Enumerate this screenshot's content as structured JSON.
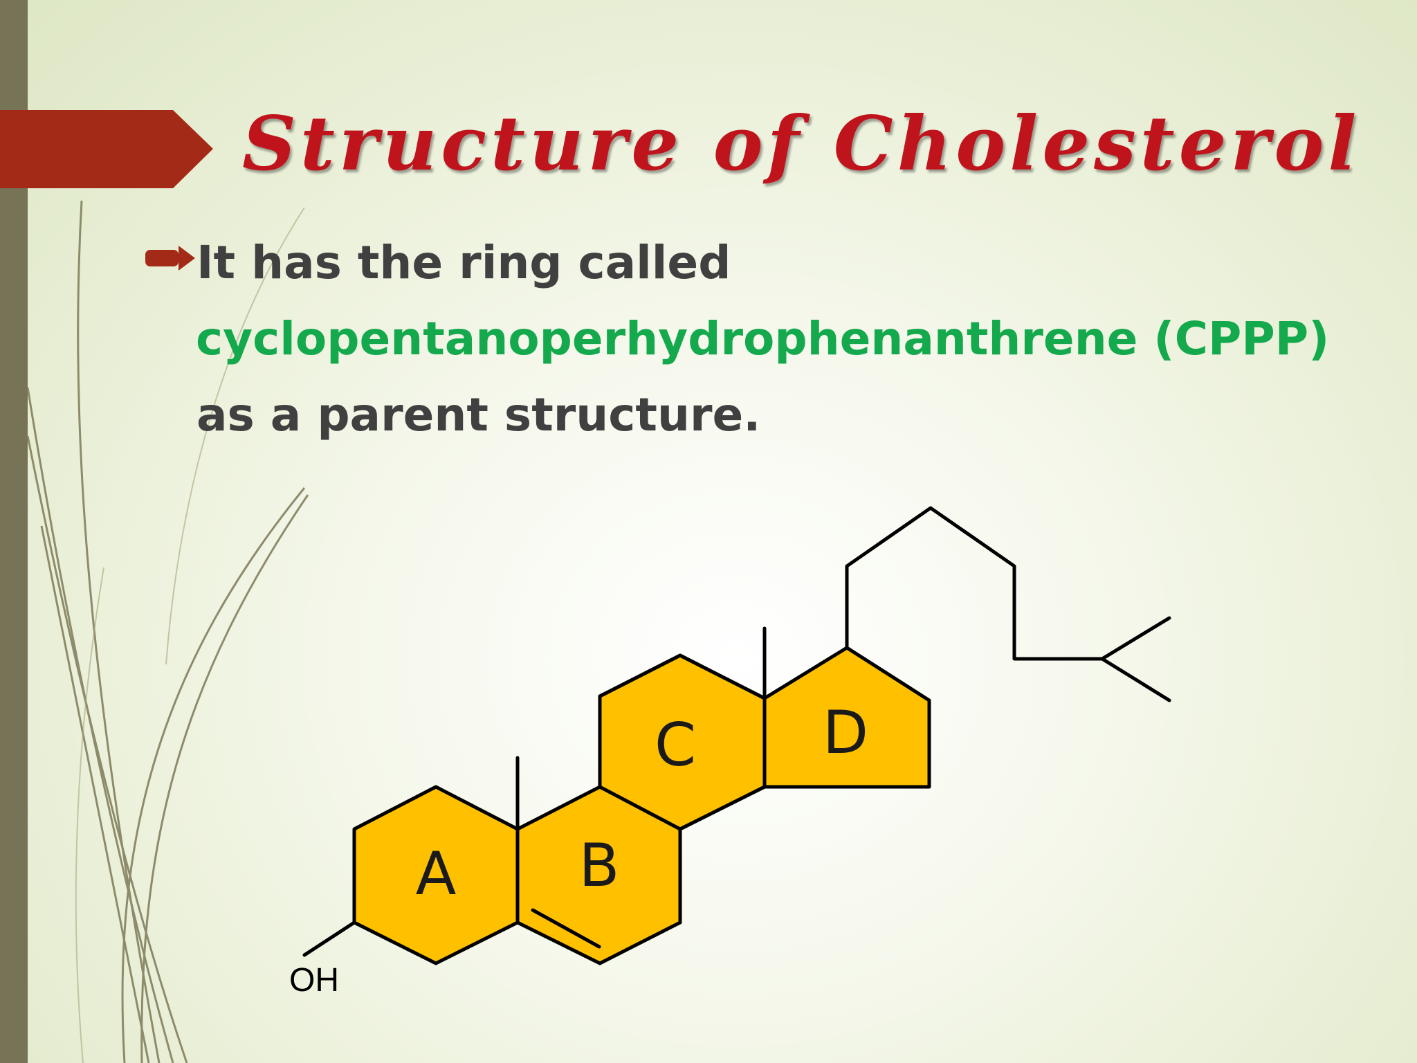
{
  "slide": {
    "title": "Structure of Cholesterol",
    "bullet": {
      "line1": "It has the ring called",
      "highlight": "cyclopentanoperhydrophenanthrene (CPPP)",
      "line3": "as a parent structure."
    }
  },
  "diagram": {
    "rings": [
      {
        "label": "A"
      },
      {
        "label": "B"
      },
      {
        "label": "C"
      },
      {
        "label": "D"
      }
    ],
    "hydroxyl_label": "OH"
  },
  "colors": {
    "title": "#c0141d",
    "highlight": "#14a94d",
    "body_text": "#404040",
    "ring_fill": "#ffc000",
    "arrow": "#a42a18",
    "left_bar": "#777356"
  }
}
